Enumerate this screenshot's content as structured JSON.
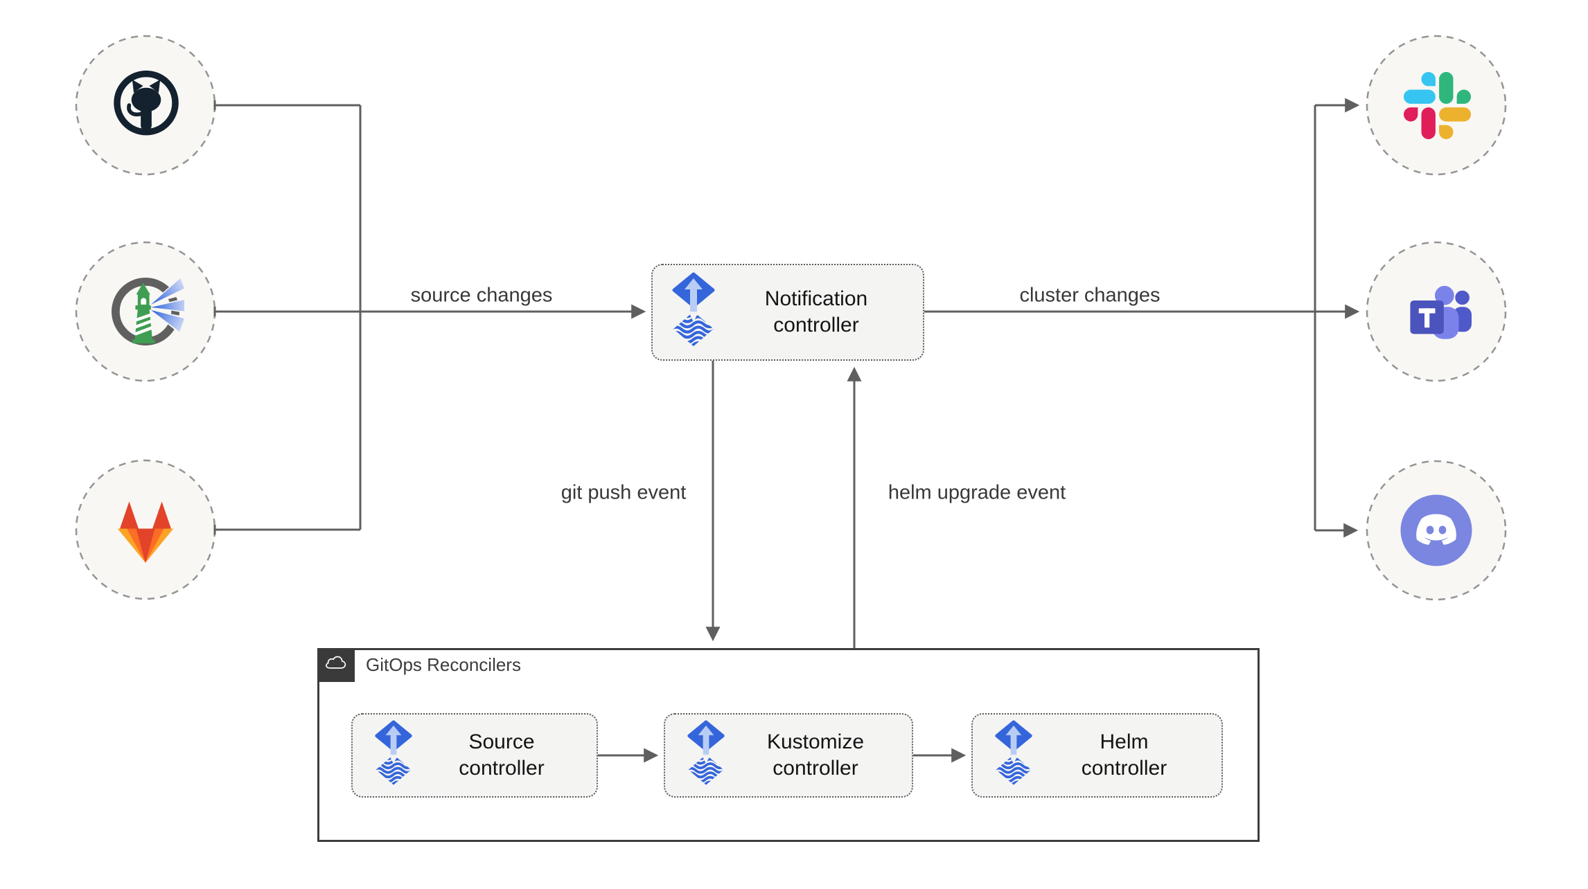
{
  "diagram": {
    "edge_labels": {
      "source_changes": "source changes",
      "cluster_changes": "cluster changes",
      "git_push": "git push event",
      "helm_upgrade": "helm upgrade event"
    },
    "nodes": {
      "notification": "Notification\ncontroller",
      "source": "Source\ncontroller",
      "kustomize": "Kustomize\ncontroller",
      "helm": "Helm\ncontroller"
    },
    "container": {
      "title": "GitOps Reconcilers",
      "icon": "cloud-icon"
    },
    "icons": {
      "sources": [
        "github-icon",
        "harbor-icon",
        "gitlab-icon"
      ],
      "targets": [
        "slack-icon",
        "teams-icon",
        "discord-icon"
      ],
      "controller_icon": "flux-icon"
    },
    "colors": {
      "flux_blue": "#3465db",
      "flux_arrow_light": "#b9cdf4",
      "connector_gray": "#5f5f5f",
      "box_bg": "#f4f4f3",
      "box_border_dotted": "#5a5a5a",
      "circle_bg": "#f8f7f4",
      "circle_border": "#949494",
      "container_border": "#3d3d3d",
      "tab_bg": "#3a3a3a",
      "github_navy": "#14212e",
      "harbor_green": "#3f9e52",
      "harbor_ring": "#606060",
      "gitlab_red": "#e24329",
      "gitlab_orange": "#fc6d26",
      "gitlab_yellow": "#fca326",
      "slack_blue": "#36C5F0",
      "slack_green": "#2EB67D",
      "slack_yellow": "#ECB22E",
      "slack_red": "#E01E5A",
      "teams_dark": "#4b53bc",
      "teams_mid": "#7b83eb",
      "teams_deep": "#5059c9",
      "discord_blurple": "#7b86e0"
    }
  }
}
